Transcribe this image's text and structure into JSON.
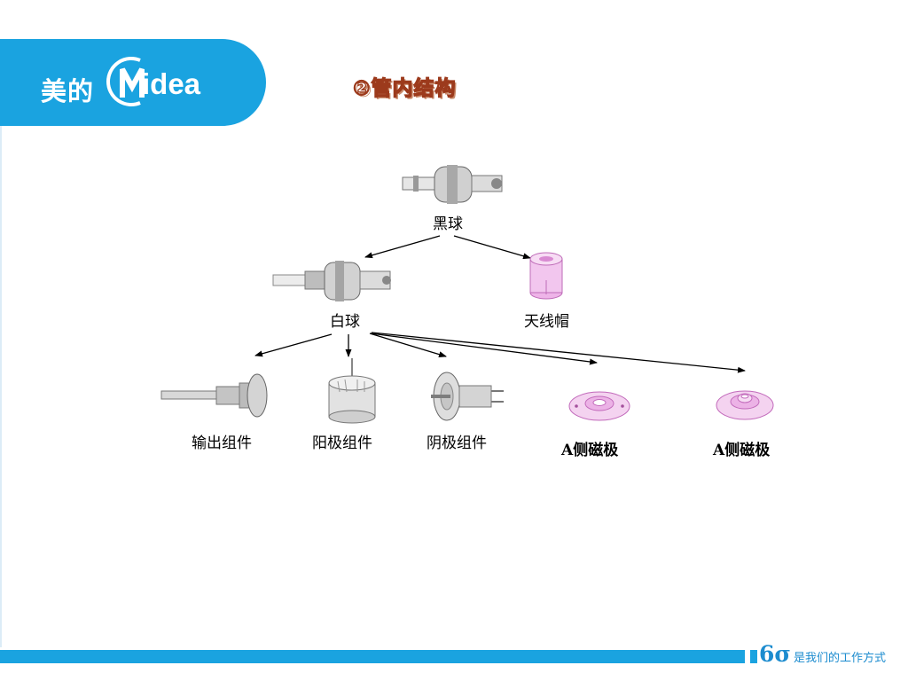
{
  "logo": {
    "chinese": "美的",
    "english": "idea"
  },
  "title": "②管内结构",
  "diagram": {
    "root": "黑球",
    "level1": [
      "白球",
      "天线帽"
    ],
    "level2": [
      "输出组件",
      "阳极组件",
      "阴极组件",
      "A侧磁极",
      "A侧磁极"
    ]
  },
  "footer": {
    "sigma": "6σ",
    "slogan": "是我们的工作方式"
  },
  "colors": {
    "brand_blue": "#1aa3e0",
    "title_outline": "#9c3a1c",
    "magnet_pink": "#d98ad2"
  }
}
